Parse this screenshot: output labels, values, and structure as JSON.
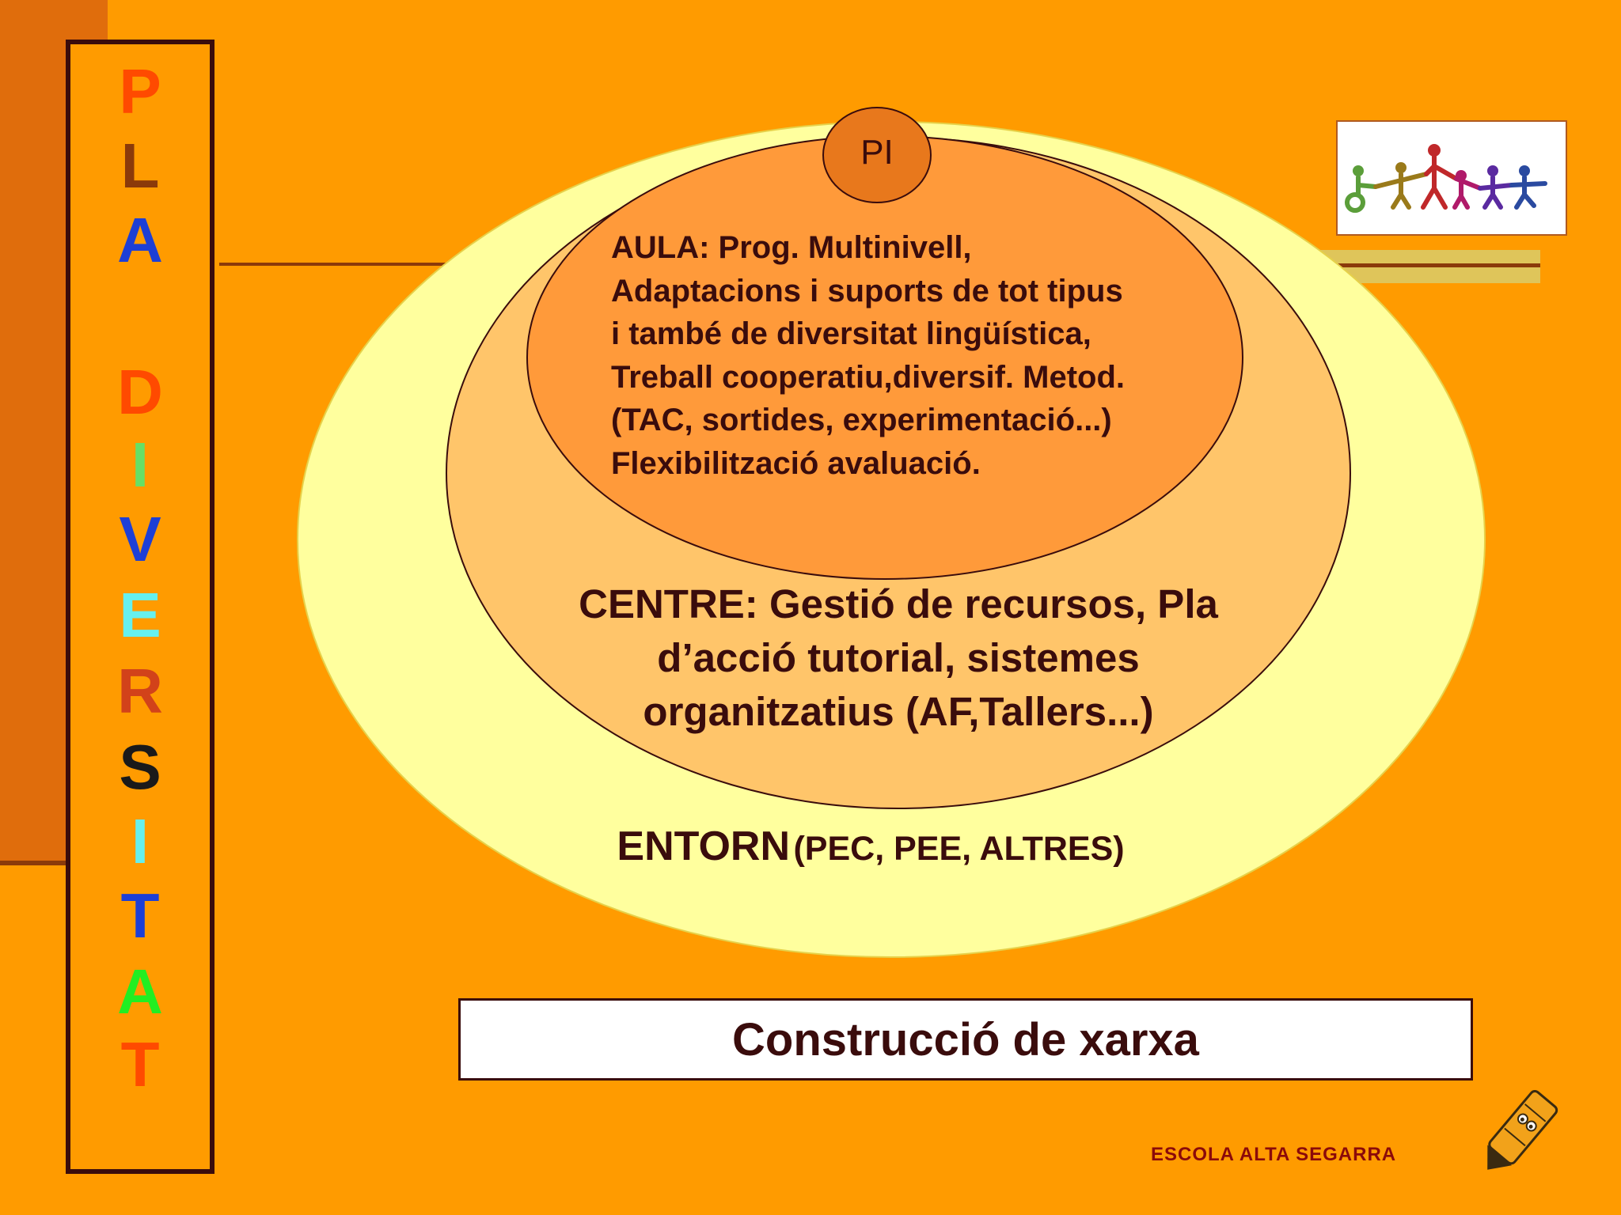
{
  "vertical_title": {
    "letters": [
      {
        "char": "P",
        "color": "#ff4a00"
      },
      {
        "char": "L",
        "color": "#8b3a0a"
      },
      {
        "char": "A",
        "color": "#1d3fd6"
      },
      {
        "char": "D",
        "color": "#ff4a00"
      },
      {
        "char": "I",
        "color": "#66e066"
      },
      {
        "char": "V",
        "color": "#1d3fd6"
      },
      {
        "char": "E",
        "color": "#66f0ee"
      },
      {
        "char": "R",
        "color": "#d2421a"
      },
      {
        "char": "S",
        "color": "#1a1a1a"
      },
      {
        "char": "I",
        "color": "#66f0ee"
      },
      {
        "char": "T",
        "color": "#1d3fd6"
      },
      {
        "char": "A",
        "color": "#22ee22"
      },
      {
        "char": "T",
        "color": "#ff4a00"
      }
    ]
  },
  "diagram": {
    "pi_label": "PI",
    "aula_text": "AULA: Prog. Multinivell,\nAdaptacions i suports de tot tipus\ni també de diversitat lingüística,\nTreball cooperatiu,diversif. Metod.\n(TAC, sortides, experimentació...)\nFlexibilització avaluació.",
    "centre_text": "CENTRE: Gestió de recursos, Pla\nd’acció tutorial, sistemes\norganitzatius (AF,Tallers...)",
    "entorn_main": "ENTORN",
    "entorn_sub": "(PEC, PEE, ALTRES)",
    "colors": {
      "outer": "#ffff9e",
      "middle": "#ffc56a",
      "inner": "#ff9a3a",
      "pi": "#e8781c"
    }
  },
  "footer": {
    "title": "Construcció de xarxa",
    "school": "ESCOLA ALTA SEGARRA"
  },
  "icons": {
    "logo": "family-chain-icon",
    "mascot": "pencil-mascot-icon"
  }
}
